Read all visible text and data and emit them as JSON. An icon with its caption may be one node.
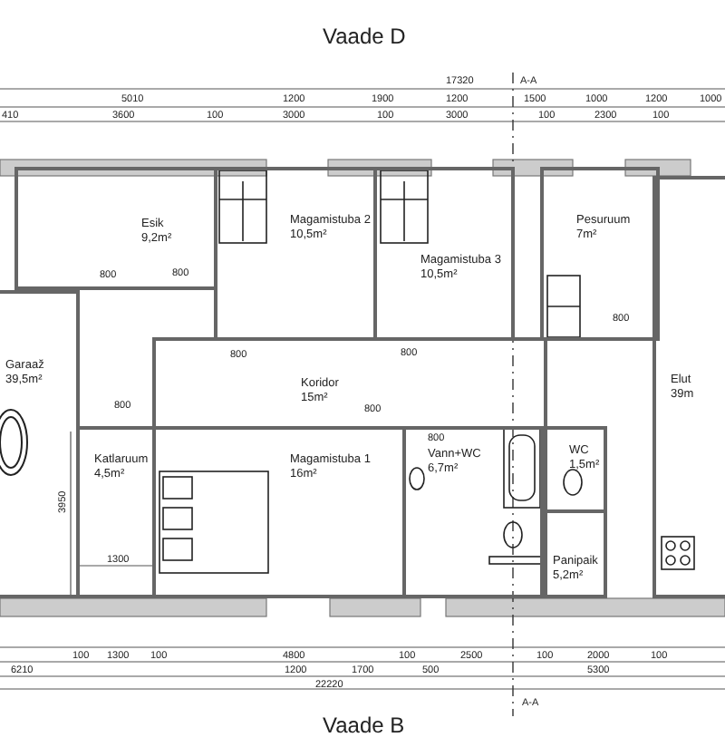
{
  "diagram": {
    "title": "Vaade D",
    "caption": "Vaade B",
    "nodes": [
      {
        "text": [
          "Esik",
          "9,2m²"
        ]
      },
      {
        "text": [
          "Magamistuba 2",
          "10,5m²"
        ]
      },
      {
        "text": [
          "Magamistuba 3",
          "10,5m²"
        ]
      },
      {
        "text": [
          "Pesuruum",
          "7m²"
        ]
      },
      {
        "text": [
          "Garaaž",
          "39,5m²"
        ]
      },
      {
        "text": [
          "Koridor",
          "15m²"
        ]
      },
      {
        "text": [
          "Elut",
          "39m"
        ]
      },
      {
        "text": [
          "Katlaruum",
          "4,5m²"
        ]
      },
      {
        "text": [
          "Magamistuba 1",
          "16m²"
        ]
      },
      {
        "text": [
          "Vann+WC",
          "6,7m²"
        ]
      },
      {
        "text": [
          "WC",
          "1,5m²"
        ]
      },
      {
        "text": [
          "Panipaik",
          "5,2m²"
        ]
      }
    ],
    "edges": [],
    "labels": [
      "17320",
      "A-A",
      "5010",
      "1200",
      "1900",
      "1200",
      "1500",
      "1000",
      "1200",
      "1000",
      "410",
      "3600",
      "100",
      "3000",
      "100",
      "3000",
      "100",
      "2300",
      "100",
      "800",
      "800",
      "800",
      "800",
      "800",
      "800",
      "800",
      "800",
      "3950",
      "1300",
      "100",
      "1300",
      "100",
      "4800",
      "100",
      "2500",
      "100",
      "2000",
      "100",
      "6210",
      "1200",
      "1700",
      "500",
      "5300",
      "22220",
      "A-A"
    ]
  }
}
